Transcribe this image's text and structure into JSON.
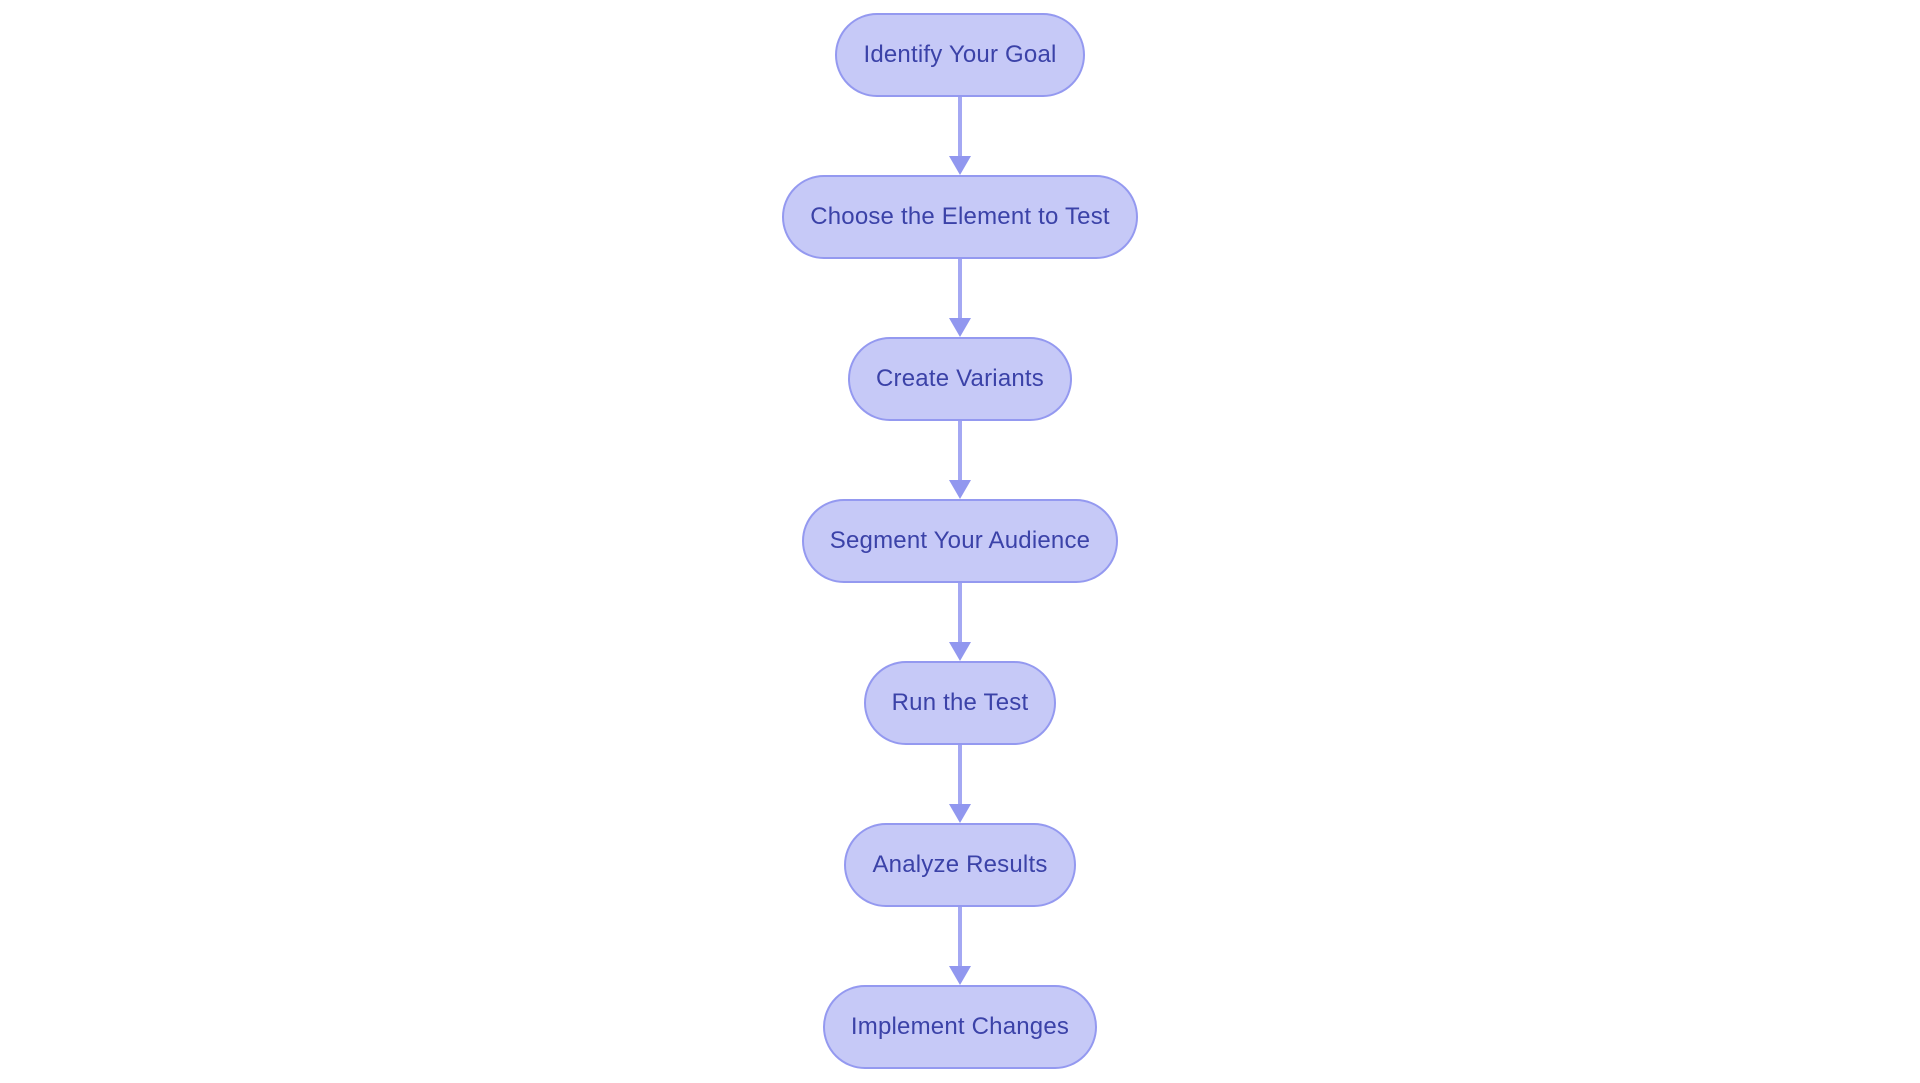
{
  "flowchart": {
    "type": "flowchart",
    "direction": "top-down",
    "nodes": [
      {
        "id": "identify-goal",
        "label": "Identify Your Goal"
      },
      {
        "id": "choose-element",
        "label": "Choose the Element to Test"
      },
      {
        "id": "create-variants",
        "label": "Create Variants"
      },
      {
        "id": "segment-audience",
        "label": "Segment Your Audience"
      },
      {
        "id": "run-test",
        "label": "Run the Test"
      },
      {
        "id": "analyze-results",
        "label": "Analyze Results"
      },
      {
        "id": "implement-changes",
        "label": "Implement Changes"
      }
    ],
    "edges": [
      {
        "from": "identify-goal",
        "to": "choose-element"
      },
      {
        "from": "choose-element",
        "to": "create-variants"
      },
      {
        "from": "create-variants",
        "to": "segment-audience"
      },
      {
        "from": "segment-audience",
        "to": "run-test"
      },
      {
        "from": "run-test",
        "to": "analyze-results"
      },
      {
        "from": "analyze-results",
        "to": "implement-changes"
      }
    ],
    "colors": {
      "background": "#ffffff",
      "node_fill": "#c6c9f7",
      "node_border": "#9499f0",
      "node_text": "#3b42a8",
      "connector_line": "#a4a8f3",
      "connector_arrow": "#9197ef"
    }
  }
}
